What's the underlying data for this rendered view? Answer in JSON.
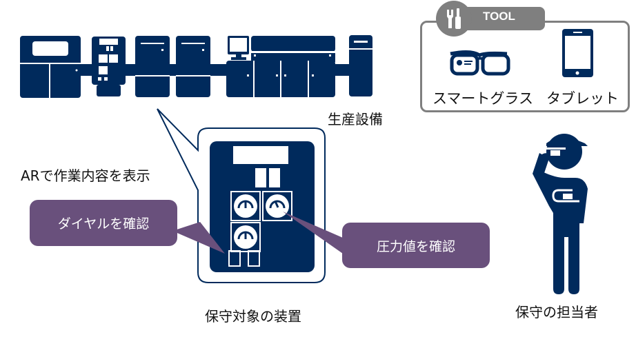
{
  "colors": {
    "navy": "#002a5c",
    "callout_purple": "#69507c",
    "tool_gray": "#7f7f7f",
    "text": "#111111",
    "background": "#ffffff"
  },
  "labels": {
    "production_equipment": "生産設備",
    "ar_display": "ARで作業内容を表示",
    "target_device": "保守対象の装置",
    "maintenance_worker": "保守の担当者"
  },
  "callouts": {
    "check_dial": "ダイヤルを確認",
    "check_pressure": "圧力値を確認"
  },
  "tool_panel": {
    "title": "TOOL",
    "icon": "wrench-screwdriver-icon",
    "items": [
      {
        "icon": "smart-glasses-icon",
        "label": "スマートグラス"
      },
      {
        "icon": "tablet-icon",
        "label": "タブレット"
      }
    ]
  }
}
